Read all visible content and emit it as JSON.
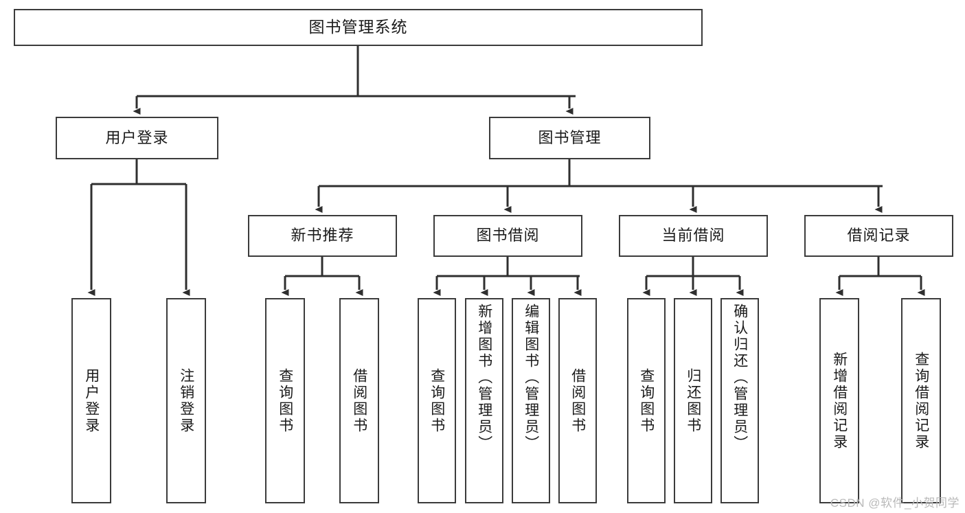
{
  "diagram": {
    "type": "tree",
    "title": "图书管理系统",
    "orientation": "top-down",
    "root": {
      "id": "root",
      "label": "图书管理系统"
    },
    "level2": [
      {
        "id": "user-login",
        "label": "用户登录"
      },
      {
        "id": "book-manage",
        "label": "图书管理"
      }
    ],
    "level3": [
      {
        "id": "new-book-recommend",
        "label": "新书推荐",
        "parent": "book-manage"
      },
      {
        "id": "book-borrow",
        "label": "图书借阅",
        "parent": "book-manage"
      },
      {
        "id": "current-borrow",
        "label": "当前借阅",
        "parent": "book-manage"
      },
      {
        "id": "borrow-record",
        "label": "借阅记录",
        "parent": "book-manage"
      }
    ],
    "leaves": [
      {
        "id": "leaf-user-login",
        "label": "用户登录",
        "parent": "user-login"
      },
      {
        "id": "leaf-logout",
        "label": "注销登录",
        "parent": "user-login"
      },
      {
        "id": "leaf-query-book-1",
        "label": "查询图书",
        "parent": "new-book-recommend"
      },
      {
        "id": "leaf-borrow-book-1",
        "label": "借阅图书",
        "parent": "new-book-recommend"
      },
      {
        "id": "leaf-query-book-2",
        "label": "查询图书",
        "parent": "book-borrow"
      },
      {
        "id": "leaf-add-book",
        "label": "新增图书（管理员）",
        "parent": "book-borrow"
      },
      {
        "id": "leaf-edit-book",
        "label": "编辑图书（管理员）",
        "parent": "book-borrow"
      },
      {
        "id": "leaf-borrow-book-2",
        "label": "借阅图书",
        "parent": "book-borrow"
      },
      {
        "id": "leaf-query-book-3",
        "label": "查询图书",
        "parent": "current-borrow"
      },
      {
        "id": "leaf-return-book",
        "label": "归还图书",
        "parent": "current-borrow"
      },
      {
        "id": "leaf-confirm-return",
        "label": "确认归还（管理员）",
        "parent": "current-borrow"
      },
      {
        "id": "leaf-add-record",
        "label": "新增借阅记录",
        "parent": "borrow-record"
      },
      {
        "id": "leaf-query-record",
        "label": "查询借阅记录",
        "parent": "borrow-record"
      }
    ]
  },
  "watermark": {
    "text": "CSDN @软件_小贺同学"
  },
  "colors": {
    "stroke": "#3b3b3b",
    "fill": "#ffffff",
    "text": "#1a1a1a",
    "watermark": "#b9b9b9"
  }
}
